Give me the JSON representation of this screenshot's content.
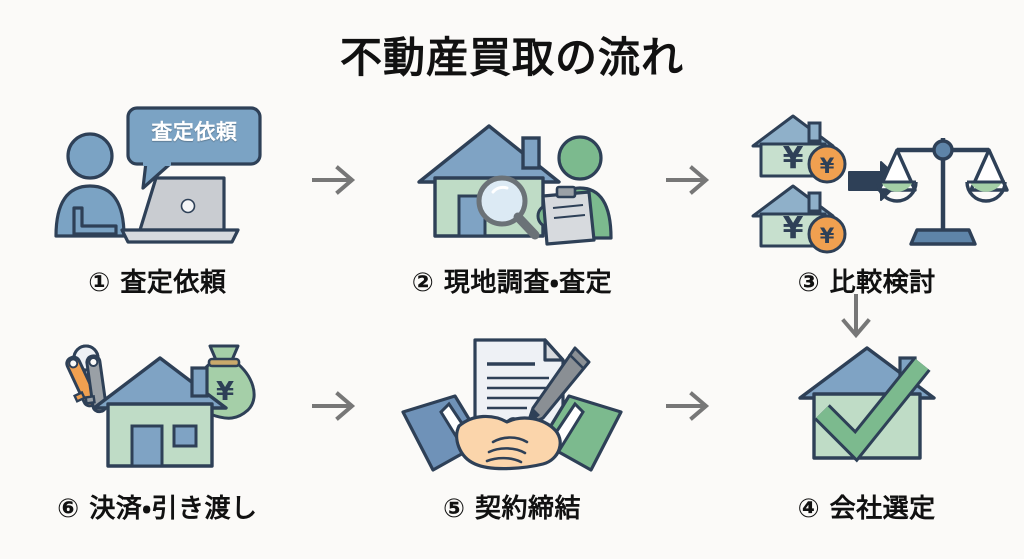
{
  "page": {
    "title": "不動産買取の流れ",
    "background_color": "#fbfaf8",
    "text_color": "#111111"
  },
  "palette": {
    "house_body_green": "#bfdcc6",
    "roof_blue": "#7fa3c4",
    "outline_navy": "#2e4057",
    "person_blue": "#7fa3c4",
    "person_green": "#7cba8e",
    "coin_orange": "#f0a050",
    "money_bag_green": "#a5cfa8",
    "skin": "#fbd5ab",
    "paper_white": "#eef1f5",
    "pen_gray": "#8a8f94",
    "arrow_gray": "#777777",
    "bubble_blue": "#7ba3c4",
    "check_green": "#7cba8e",
    "key_orange": "#f0a050",
    "key_gray": "#9aa0a6"
  },
  "steps": [
    {
      "number": "①",
      "label": "① 査定依頼",
      "art": "person-at-laptop-with-speech-bubble",
      "bubble_text": "査定依頼"
    },
    {
      "number": "②",
      "label": "② 現地調査・査定",
      "art": "house-with-magnifier-and-inspector"
    },
    {
      "number": "③",
      "label": "③ 比較検討",
      "art": "two-priced-houses-and-balance-scale",
      "currency_symbol": "¥"
    },
    {
      "number": "④",
      "label": "④ 会社選定",
      "art": "house-with-checkmark"
    },
    {
      "number": "⑤",
      "label": "⑤ 契約締結",
      "art": "handshake-with-contract-and-pen"
    },
    {
      "number": "⑥",
      "label": "⑥ 決済・引き渡し",
      "art": "house-with-keys-and-money-bag",
      "currency_symbol": "¥"
    }
  ],
  "connectors": {
    "top_arrow_1": "arrow-right",
    "top_arrow_2": "arrow-right",
    "down_arrow": "arrow-down",
    "bottom_arrow_1": "arrow-right",
    "bottom_arrow_2": "arrow-right"
  }
}
